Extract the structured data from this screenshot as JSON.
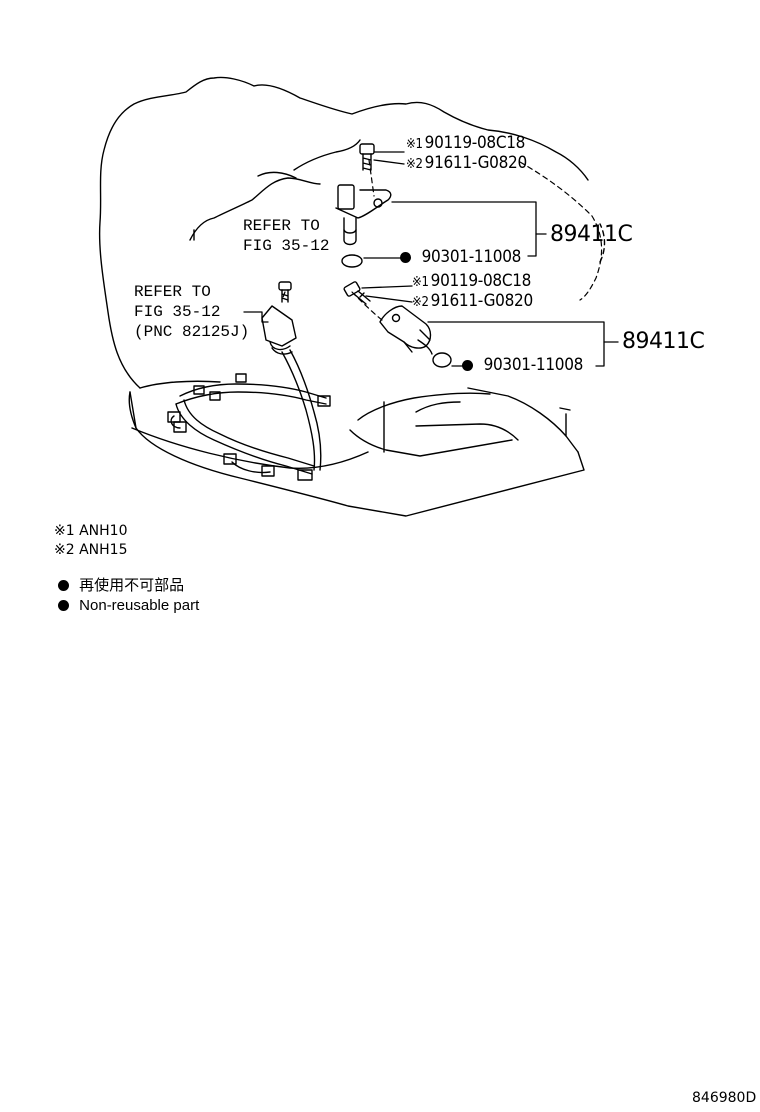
{
  "callouts": {
    "upper_bolt": {
      "v1": "90119-08C18",
      "v2": "91611-G0820",
      "m1": "※1",
      "m2": "※2"
    },
    "upper_sensor_pnc": "89411C",
    "upper_oring": "90301-11008",
    "lower_bolt": {
      "v1": "90119-08C18",
      "v2": "91611-G0820",
      "m1": "※1",
      "m2": "※2"
    },
    "lower_sensor_pnc": "89411C",
    "lower_oring": "90301-11008",
    "refer_1": {
      "line1": "REFER TO",
      "line2": "FIG 35-12"
    },
    "refer_2": {
      "line1": "REFER TO",
      "line2": "FIG 35-12",
      "line3": "(PNC 82125J)"
    }
  },
  "notes": {
    "n1": {
      "mark": "※1",
      "text": "ANH10"
    },
    "n2": {
      "mark": "※2",
      "text": "ANH15"
    }
  },
  "legend": {
    "jp": "再使用不可部品",
    "en": "Non-reusable part",
    "marker": "filled-circle"
  },
  "illustration_id": "846980D"
}
